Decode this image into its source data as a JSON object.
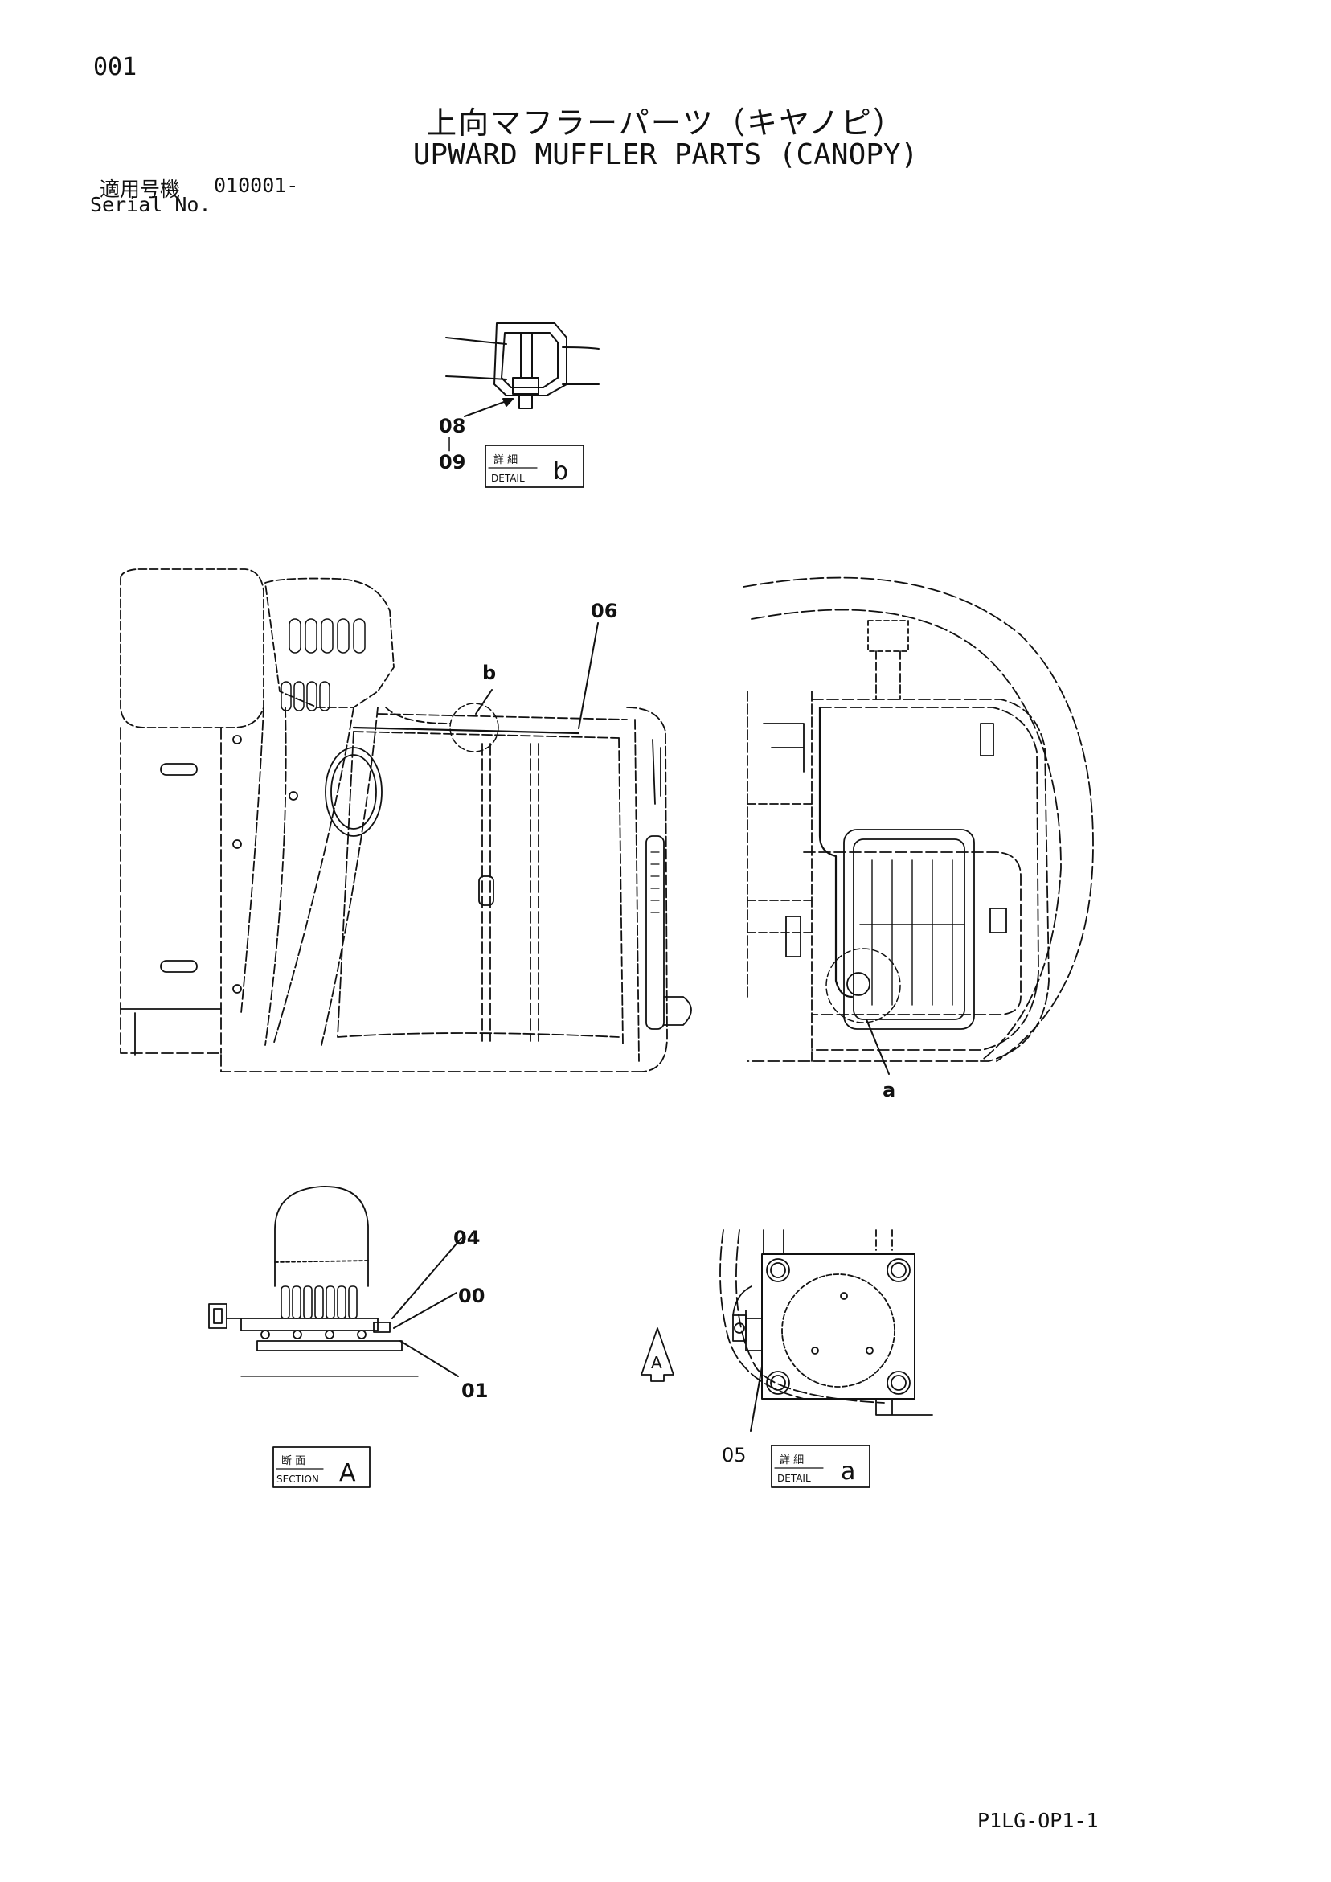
{
  "page_number": "001",
  "title_jp": "上向マフラーパーツ（キヤノピ）",
  "title_en": "UPWARD MUFFLER PARTS (CANOPY)",
  "serial": {
    "label_jp": "適用号機",
    "value": "010001-",
    "label_en": "Serial No."
  },
  "callouts": {
    "c08": "08",
    "dash": "|",
    "c09": "09",
    "c06": "06",
    "b": "b",
    "a": "a",
    "c04": "04",
    "c00": "00",
    "c01": "01",
    "c05": "05",
    "arrowA": "A"
  },
  "detail_b": {
    "jp": "詳 細",
    "en": "DETAIL",
    "id": "b"
  },
  "section_A": {
    "jp": "断 面",
    "en": "SECTION",
    "id": "A"
  },
  "detail_a": {
    "jp": "詳 細",
    "en": "DETAIL",
    "id": "a"
  },
  "doc_code": "P1LG-OP1-1"
}
